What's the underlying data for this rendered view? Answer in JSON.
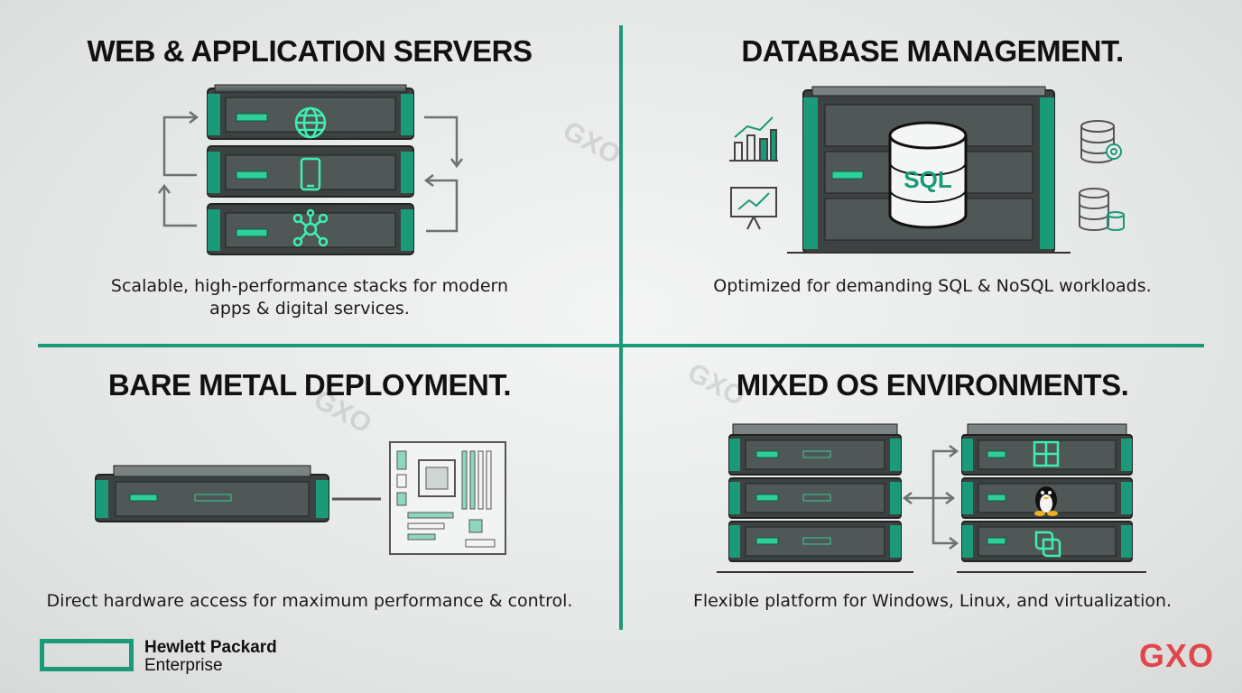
{
  "panels": [
    {
      "title": "WEB & APPLICATION SERVERS",
      "description_line1": "Scalable, high-performance stacks for modern",
      "description_line2": "apps & digital services."
    },
    {
      "title": "DATABASE MANAGEMENT.",
      "description_line1": "Optimized for demanding SQL & NoSQL workloads."
    },
    {
      "title": "BARE METAL DEPLOYMENT.",
      "description_line1": "Direct hardware access for maximum performance & control."
    },
    {
      "title": "MIXED OS ENVIRONMENTS.",
      "description_line1": "Flexible platform for Windows, Linux, and virtualization."
    }
  ],
  "database_server_label": "SQL",
  "icons": {
    "web_servers": [
      "globe-icon",
      "smartphone-icon",
      "network-hub-icon"
    ],
    "database": [
      "bar-chart-icon",
      "presentation-chart-icon",
      "database-gear-icon",
      "database-stack-icon"
    ],
    "bare_metal": [
      "motherboard-icon"
    ],
    "mixed_os": [
      "windows-icon",
      "linux-penguin-icon",
      "virtualization-icon"
    ]
  },
  "watermark_text": "GXO",
  "footer": {
    "hpe_line1": "Hewlett Packard",
    "hpe_line2": "Enterprise",
    "gxo_logo": "GXO"
  },
  "colors": {
    "accent": "#1a9a78",
    "gxo_red": "#e0464c",
    "server_body": "#3c4242"
  }
}
